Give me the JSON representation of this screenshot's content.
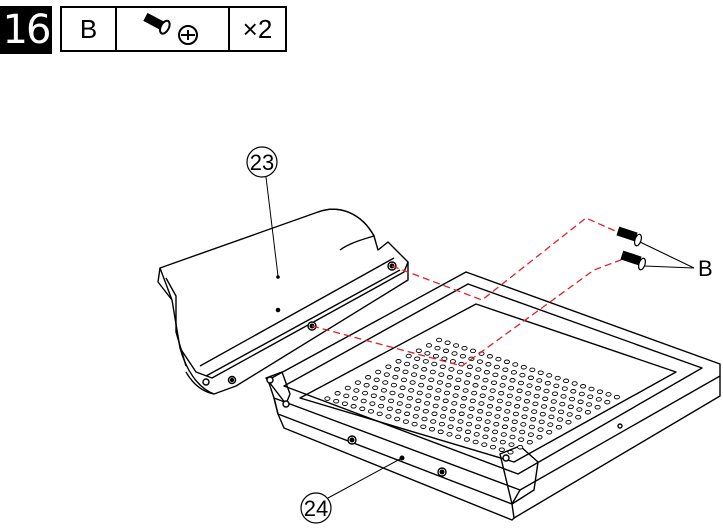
{
  "step": {
    "number": "16"
  },
  "parts_table": {
    "fastener_letter": "B",
    "fastener_icon": "screw-with-phillips-head-icon",
    "quantity": "×2"
  },
  "callouts": {
    "part_a": "23",
    "part_b": "24",
    "screw_label": "B"
  },
  "colors": {
    "line": "#000000",
    "guide_line": "#e0202a",
    "step_badge_bg": "#000000"
  }
}
